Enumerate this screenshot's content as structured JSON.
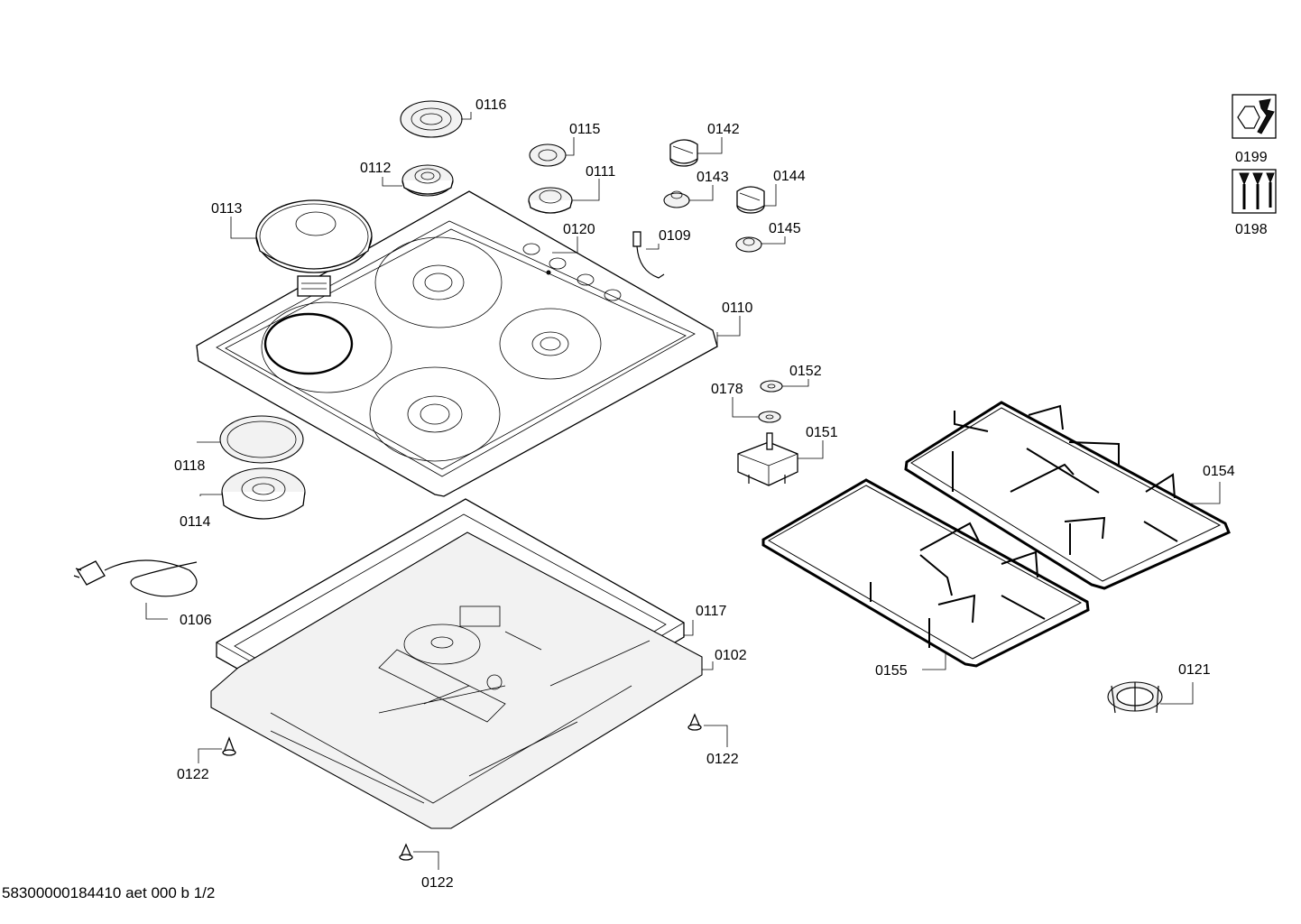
{
  "parts": [
    {
      "id": "p0116",
      "number": "0116"
    },
    {
      "id": "p0115",
      "number": "0115"
    },
    {
      "id": "p0142",
      "number": "0142"
    },
    {
      "id": "p0112",
      "number": "0112"
    },
    {
      "id": "p0111",
      "number": "0111"
    },
    {
      "id": "p0143",
      "number": "0143"
    },
    {
      "id": "p0144",
      "number": "0144"
    },
    {
      "id": "p0113",
      "number": "0113"
    },
    {
      "id": "p0120",
      "number": "0120"
    },
    {
      "id": "p0109",
      "number": "0109"
    },
    {
      "id": "p0145",
      "number": "0145"
    },
    {
      "id": "p0110",
      "number": "0110"
    },
    {
      "id": "p0152",
      "number": "0152"
    },
    {
      "id": "p0178",
      "number": "0178"
    },
    {
      "id": "p0151",
      "number": "0151"
    },
    {
      "id": "p0118",
      "number": "0118"
    },
    {
      "id": "p0154",
      "number": "0154"
    },
    {
      "id": "p0114",
      "number": "0114"
    },
    {
      "id": "p0106",
      "number": "0106"
    },
    {
      "id": "p0117",
      "number": "0117"
    },
    {
      "id": "p0102",
      "number": "0102"
    },
    {
      "id": "p0155",
      "number": "0155"
    },
    {
      "id": "p0121",
      "number": "0121"
    },
    {
      "id": "p0122a",
      "number": "0122"
    },
    {
      "id": "p0122b",
      "number": "0122"
    },
    {
      "id": "p0122c",
      "number": "0122"
    },
    {
      "id": "p0199",
      "number": "0199"
    },
    {
      "id": "p0198",
      "number": "0198"
    }
  ],
  "footer_code": "58300000184410 aet 000 b 1/2"
}
